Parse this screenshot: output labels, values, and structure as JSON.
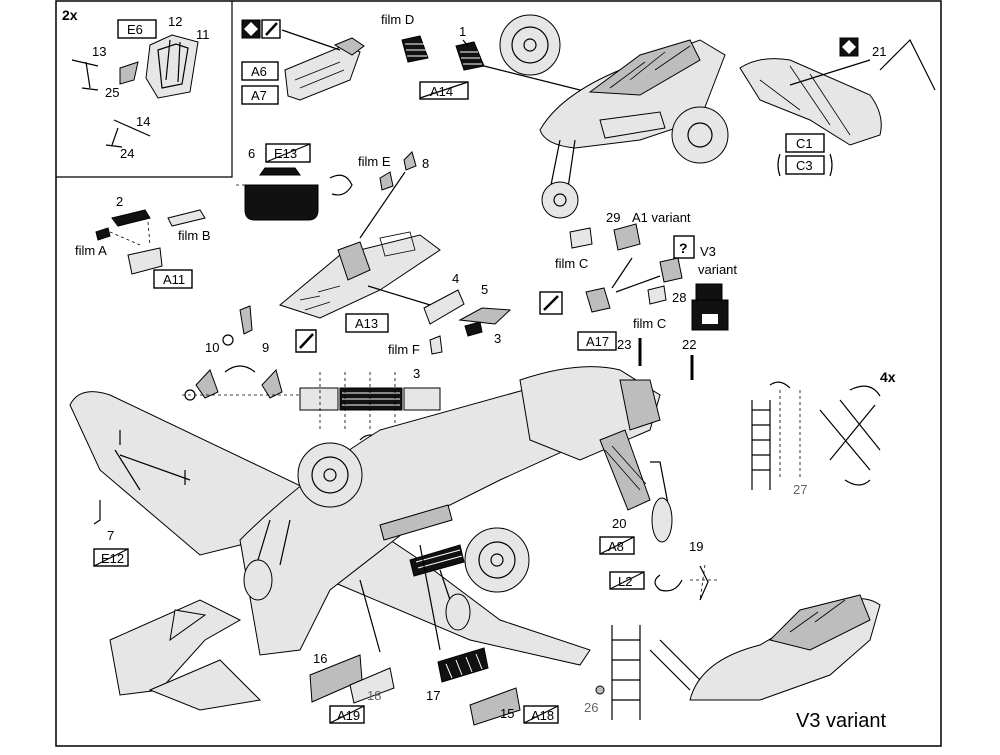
{
  "sheet": {
    "quantity_left": "2x",
    "quantity_right": "4x",
    "variant_caption": "V3 variant"
  },
  "refs": {
    "e6": "E6",
    "a6": "A6",
    "a7": "A7",
    "a14": "A14",
    "c1": "C1",
    "c3": "C3",
    "e13": "E13",
    "a11": "A11",
    "a13": "A13",
    "a17": "A17",
    "e12": "E12",
    "a8": "A8",
    "l2": "L2",
    "a19": "A19",
    "a18": "A18"
  },
  "parts": {
    "p1": "1",
    "p2": "2",
    "p3": "3",
    "p3b": "3",
    "p4": "4",
    "p5": "5",
    "p6": "6",
    "p7": "7",
    "p8": "8",
    "p9": "9",
    "p10": "10",
    "p11": "11",
    "p12": "12",
    "p13": "13",
    "p14": "14",
    "p15": "15",
    "p16": "16",
    "p17": "17",
    "p18": "18",
    "p19": "19",
    "p20": "20",
    "p21": "21",
    "p22": "22",
    "p23": "23",
    "p24": "24",
    "p25": "25",
    "p26": "26",
    "p27": "27",
    "p28": "28",
    "p29": "29"
  },
  "films": {
    "a": "film A",
    "b": "film B",
    "c1": "film C",
    "c2": "film C",
    "d": "film D",
    "e": "film E",
    "f": "film F"
  },
  "variants": {
    "a1": "A1 variant",
    "v3_top": "V3",
    "v3_bottom": "variant",
    "question": "?"
  }
}
